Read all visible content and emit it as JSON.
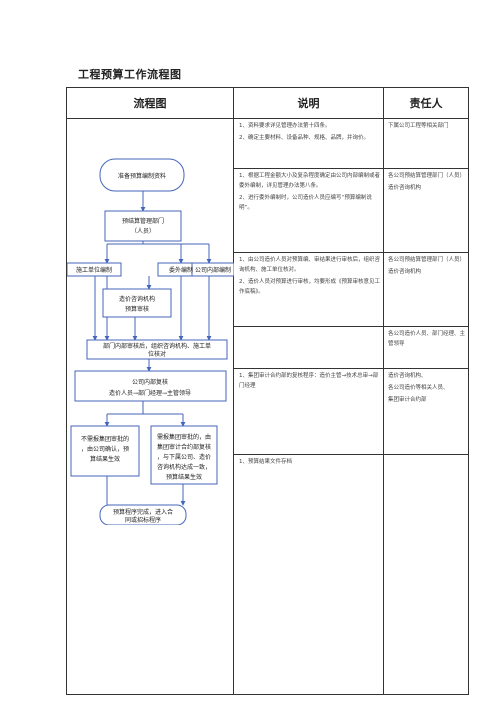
{
  "title": "工程预算工作流程图",
  "headers": {
    "chart": "流程图",
    "description": "说明",
    "responsible": "责任人"
  },
  "rows": [
    {
      "description": [
        "1、资料要求详见管理办法第十四条。",
        "2、确定主要材料、设备品种、规格、品牌，并询价。"
      ],
      "responsible": [
        "下属公司工程等相关部门"
      ]
    },
    {
      "description": [
        "1、根据工程金额大小及复杂程度确定由公司内部编制或者委外编制，详见管理办法第八条。",
        "2、进行委外编制时，公司造价人员应编写“预算编制说明”。"
      ],
      "responsible": [
        "各公司预结算管理部门（人员）",
        "造价咨询机构"
      ]
    },
    {
      "description": [
        "1、由公司造价人员对预算编、审结果进行审核后，组织咨询机构、施工单位核对。",
        "2、造价人员对预算进行审核，均要形成《预算审核意见工作底稿》。"
      ],
      "responsible": [
        "各公司预结算管理部门（人员）",
        "造价咨询机构"
      ]
    },
    {
      "description": [],
      "responsible": [
        "各公司造价人员、部门经理、主管领导"
      ]
    },
    {
      "description": [
        "1、集团审计合约部的复核程序：造价主管→技术总审→部门经理"
      ],
      "responsible": [
        "造价咨询机构、",
        "各公司造价等相关人员、",
        "集团审计合约部"
      ]
    },
    {
      "description": [
        "1、预算结果文件存档"
      ],
      "responsible": []
    }
  ],
  "flow": {
    "start": "准备预算编制资料",
    "mgmt_dept": [
      "预结算管理部门",
      "（人员）"
    ],
    "branch_contractor": "施工单位编制",
    "branch_outsource": "委外编制",
    "branch_internal": "公司内部编制",
    "consult_review": [
      "造价咨询机构",
      "预算审核"
    ],
    "joint_check": [
      "部门内部审核后，组织咨询机构、施工单",
      "位核对"
    ],
    "company_review": [
      "公司内部复核",
      "造价人员→部门经理→主管领导"
    ],
    "no_group_review": [
      "不需报集团审批的",
      "，由公司确认，预",
      "算结果生效"
    ],
    "group_review": [
      "需报集团审批的，由",
      "集团审计合约部复核",
      "，与下属公司、造价",
      "咨询机构达成一致，",
      "预算结果生效"
    ],
    "end": [
      "预算程序完成，进入合",
      "同或招标程序"
    ]
  }
}
